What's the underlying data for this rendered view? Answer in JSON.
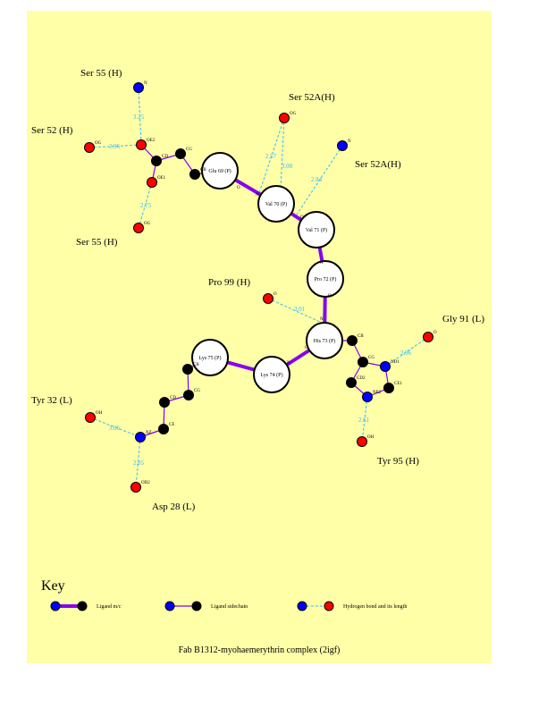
{
  "colors": {
    "background": "#ffffa8",
    "bond": "#8800ee",
    "hbond": "#33bbff",
    "oxygen": "#ff0000",
    "nitrogen": "#0000ff",
    "carbon": "#000000"
  },
  "ligand_residues": [
    "Glu 69 (P)",
    "Val 70 (P)",
    "Val 71 (P)",
    "Pro 72 (P)",
    "His 73 (P)",
    "Lys 74 (P)",
    "Lys 75 (P)"
  ],
  "atoms": [
    {
      "label": "N",
      "element": "N"
    },
    {
      "label": "OG",
      "element": "O"
    },
    {
      "label": "OE2",
      "element": "O"
    },
    {
      "label": "CD",
      "element": "C"
    },
    {
      "label": "CG",
      "element": "C"
    },
    {
      "label": "CB",
      "element": "C"
    },
    {
      "label": "OE1",
      "element": "O"
    },
    {
      "label": "OG",
      "element": "O"
    },
    {
      "label": "OG",
      "element": "O"
    },
    {
      "label": "N",
      "element": "N"
    },
    {
      "label": "O",
      "element": "O"
    },
    {
      "label": "CB",
      "element": "C"
    },
    {
      "label": "CG",
      "element": "C"
    },
    {
      "label": "ND1",
      "element": "N"
    },
    {
      "label": "CE1",
      "element": "C"
    },
    {
      "label": "NE2",
      "element": "N"
    },
    {
      "label": "CD2",
      "element": "C"
    },
    {
      "label": "O",
      "element": "O"
    },
    {
      "label": "OH",
      "element": "O"
    },
    {
      "label": "CB",
      "element": "C"
    },
    {
      "label": "CG",
      "element": "C"
    },
    {
      "label": "CD",
      "element": "C"
    },
    {
      "label": "CE",
      "element": "C"
    },
    {
      "label": "NZ",
      "element": "N"
    },
    {
      "label": "OH",
      "element": "O"
    },
    {
      "label": "OD2",
      "element": "O"
    }
  ],
  "backbone_atom_labels": [
    "O",
    "N",
    "O",
    "N",
    "O",
    "N",
    "O",
    "N"
  ],
  "interacting_residues": [
    "Ser 55 (H)",
    "Ser 52 (H)",
    "Ser 55 (H)",
    "Ser 52A(H)",
    "Ser 52A(H)",
    "Pro 99 (H)",
    "Gly 91 (L)",
    "Tyr 32 (L)",
    "Tyr 95 (H)",
    "Asp 28 (L)"
  ],
  "hbond_distances": [
    "3.25",
    "2.96",
    "2.75",
    "2.57",
    "3.08",
    "2.84",
    "3.01",
    "2.96",
    "2.61",
    "3.06",
    "2.85"
  ],
  "key": {
    "title": "Key",
    "items": [
      "Ligand m/c",
      "Ligand sidechain",
      "Hydrogen bond and its length"
    ]
  },
  "caption": "Fab B1312-myohaemerythrin complex (2igf)"
}
